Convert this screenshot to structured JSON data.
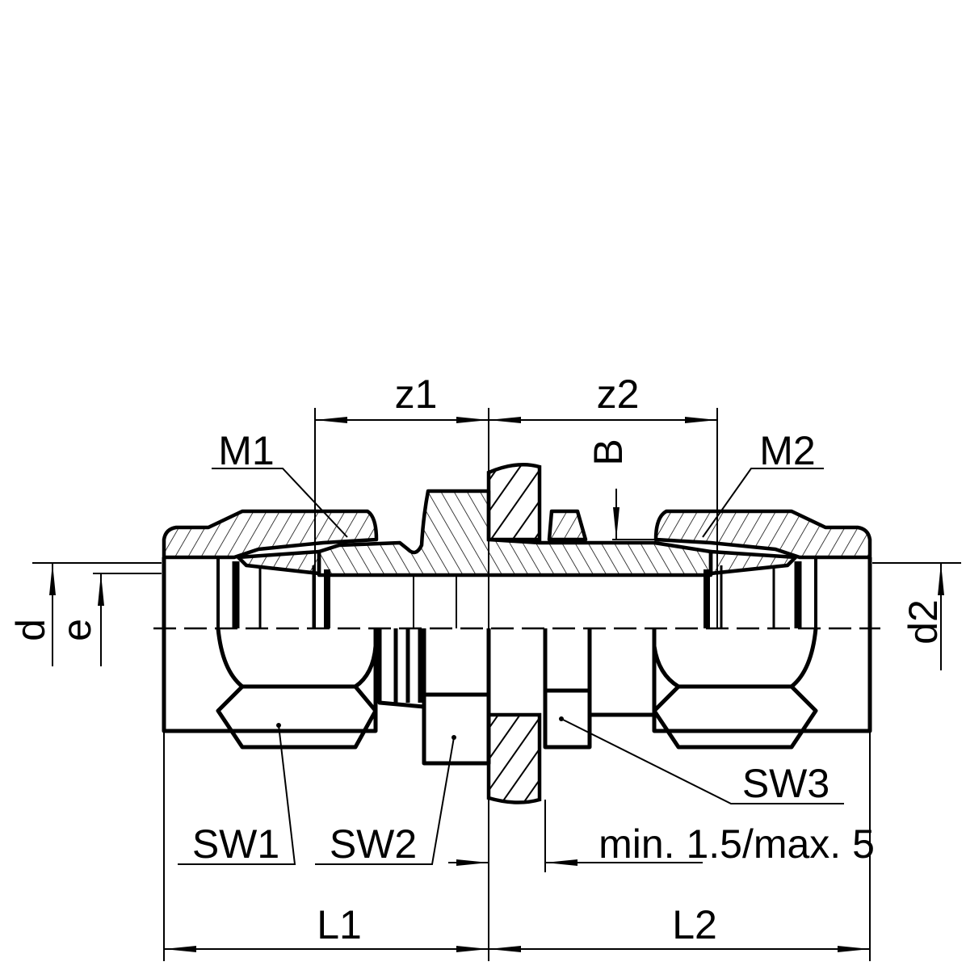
{
  "labels": {
    "z1": "z1",
    "z2": "z2",
    "M1": "M1",
    "M2": "M2",
    "B": "B",
    "d": "d",
    "e": "e",
    "d2": "d2",
    "SW1": "SW1",
    "SW2": "SW2",
    "SW3": "SW3",
    "wall_thickness": "min. 1.5/max. 5",
    "L1": "L1",
    "L2": "L2"
  }
}
